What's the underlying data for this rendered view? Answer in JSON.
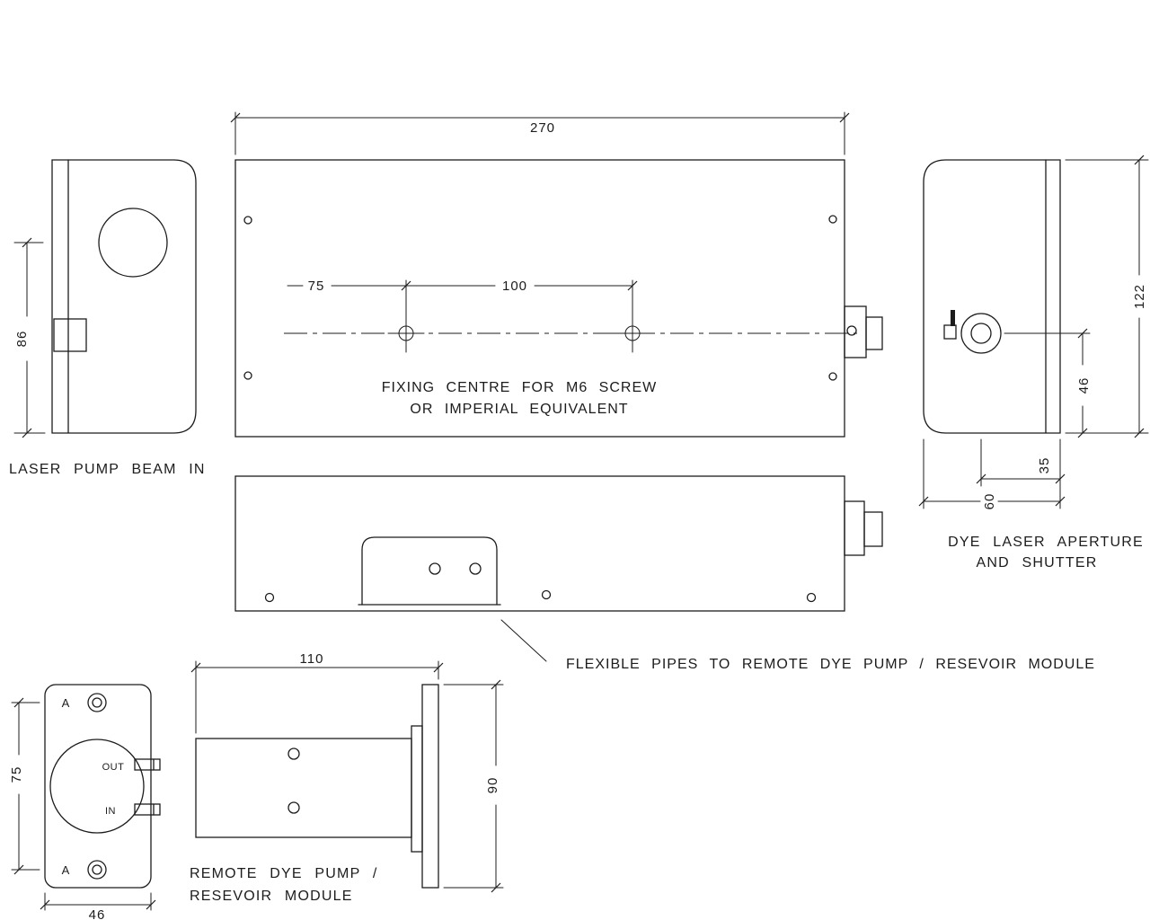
{
  "colors": {
    "background": "#ffffff",
    "line": "#1c1c1c"
  },
  "views": {
    "pump_beam": {
      "caption": "LASER PUMP BEAM IN",
      "dim_height": "86"
    },
    "top": {
      "dim_width": "270",
      "dim_fix_left": "75",
      "dim_fix_pitch": "100",
      "note1": "FIXING CENTRE FOR M6 SCREW",
      "note2": "OR IMPERIAL EQUIVALENT"
    },
    "aperture": {
      "caption1": "DYE LASER APERTURE",
      "caption2": "AND SHUTTER",
      "dim_height": "122",
      "dim_centre": "46",
      "dim_offset": "35",
      "dim_depth": "60"
    },
    "side": {
      "note": "FLEXIBLE PIPES TO REMOTE DYE PUMP / RESEVOIR MODULE"
    },
    "pump_front": {
      "marker_top": "A",
      "marker_bottom": "A",
      "port_out": "OUT",
      "port_in": "IN",
      "dim_height": "75",
      "dim_width": "46"
    },
    "pump_side": {
      "dim_length": "110",
      "dim_height": "90",
      "caption1": "REMOTE DYE PUMP /",
      "caption2": "RESEVOIR MODULE"
    }
  }
}
